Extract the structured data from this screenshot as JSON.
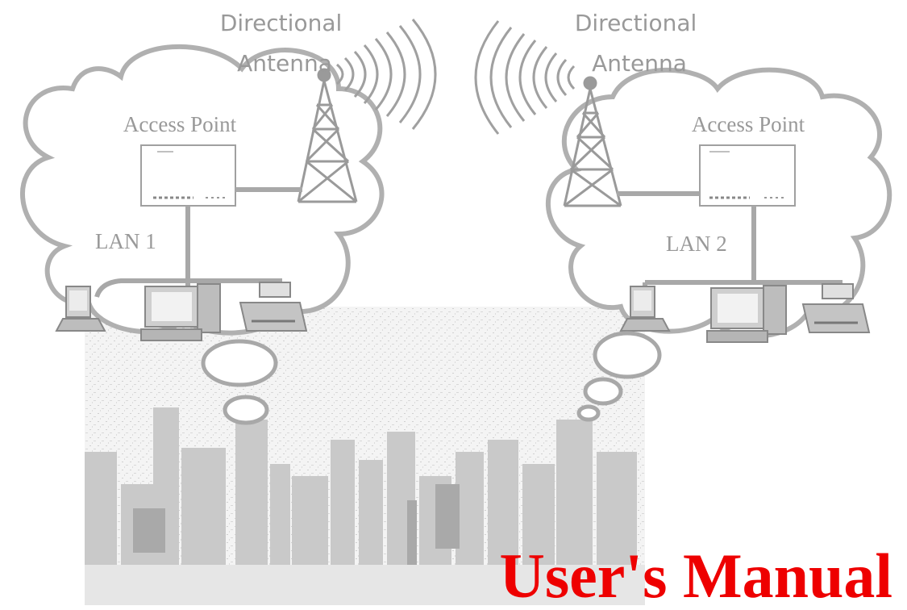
{
  "diagram": {
    "left_antenna_label_line1": "Directional",
    "left_antenna_label_line2": "Antenna",
    "right_antenna_label_line1": "Directional",
    "right_antenna_label_line2": "Antenna",
    "left_ap_label": "Access Point",
    "right_ap_label": "Access Point",
    "left_lan_label": "LAN 1",
    "right_lan_label": "LAN 2"
  },
  "title": "User's Manual",
  "colors": {
    "diagram_gray": "#999999",
    "line_gray": "#a8a8a8",
    "skyline_gray": "#cfcfcf",
    "title_red": "#ee0000"
  }
}
